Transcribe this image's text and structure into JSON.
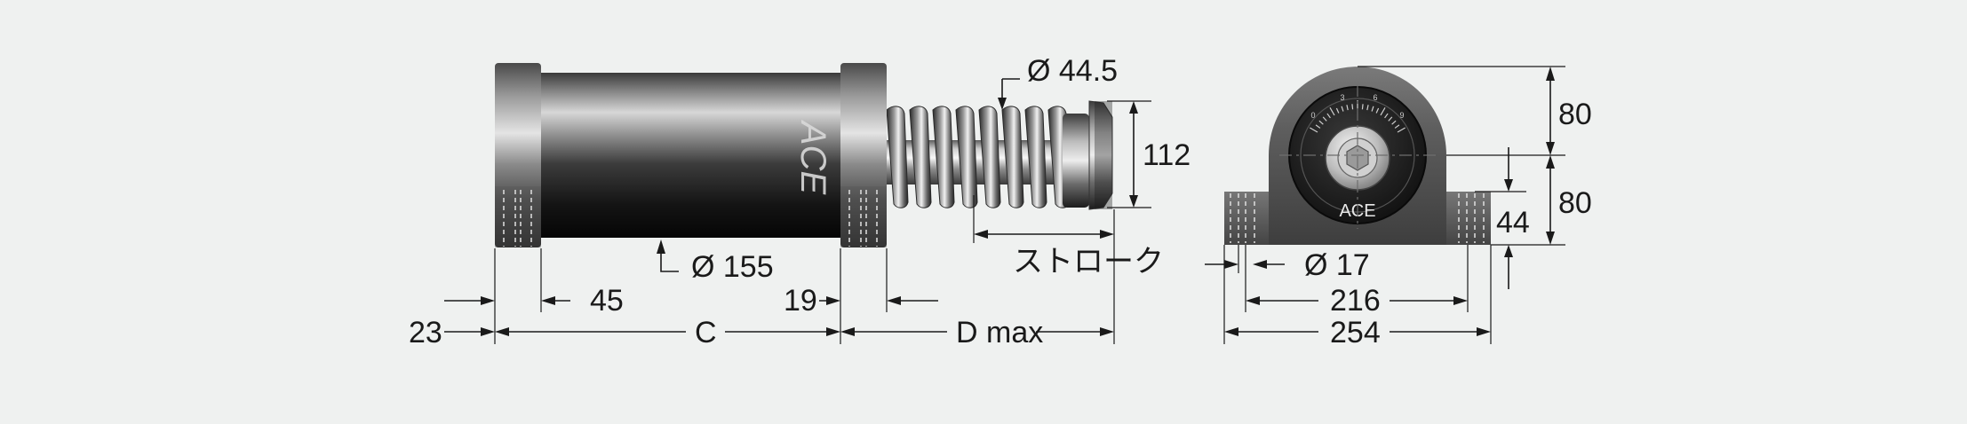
{
  "brand": {
    "side_logo": "ACE",
    "front_logo": "ACE"
  },
  "dimensions": {
    "piston_diameter": "Ø 44.5",
    "body_diameter": "Ø 155",
    "rod_height": "112",
    "stroke": "ストローク",
    "left_offset": "23",
    "flange_width": "45",
    "length_c": "C",
    "flange_thickness": "19",
    "d_max": "D max",
    "mounting_hole": "Ø 17",
    "hole_spacing": "216",
    "overall_width": "254",
    "height_upper": "80",
    "height_lower": "80",
    "base_height": "44"
  },
  "dial": {
    "scale_labels": [
      "0",
      "3",
      "6",
      "9"
    ]
  },
  "colors": {
    "background": "#eff1f0",
    "line": "#1a1a1a",
    "body_dark": "#262626",
    "metal_light": "#e8e8e8"
  }
}
